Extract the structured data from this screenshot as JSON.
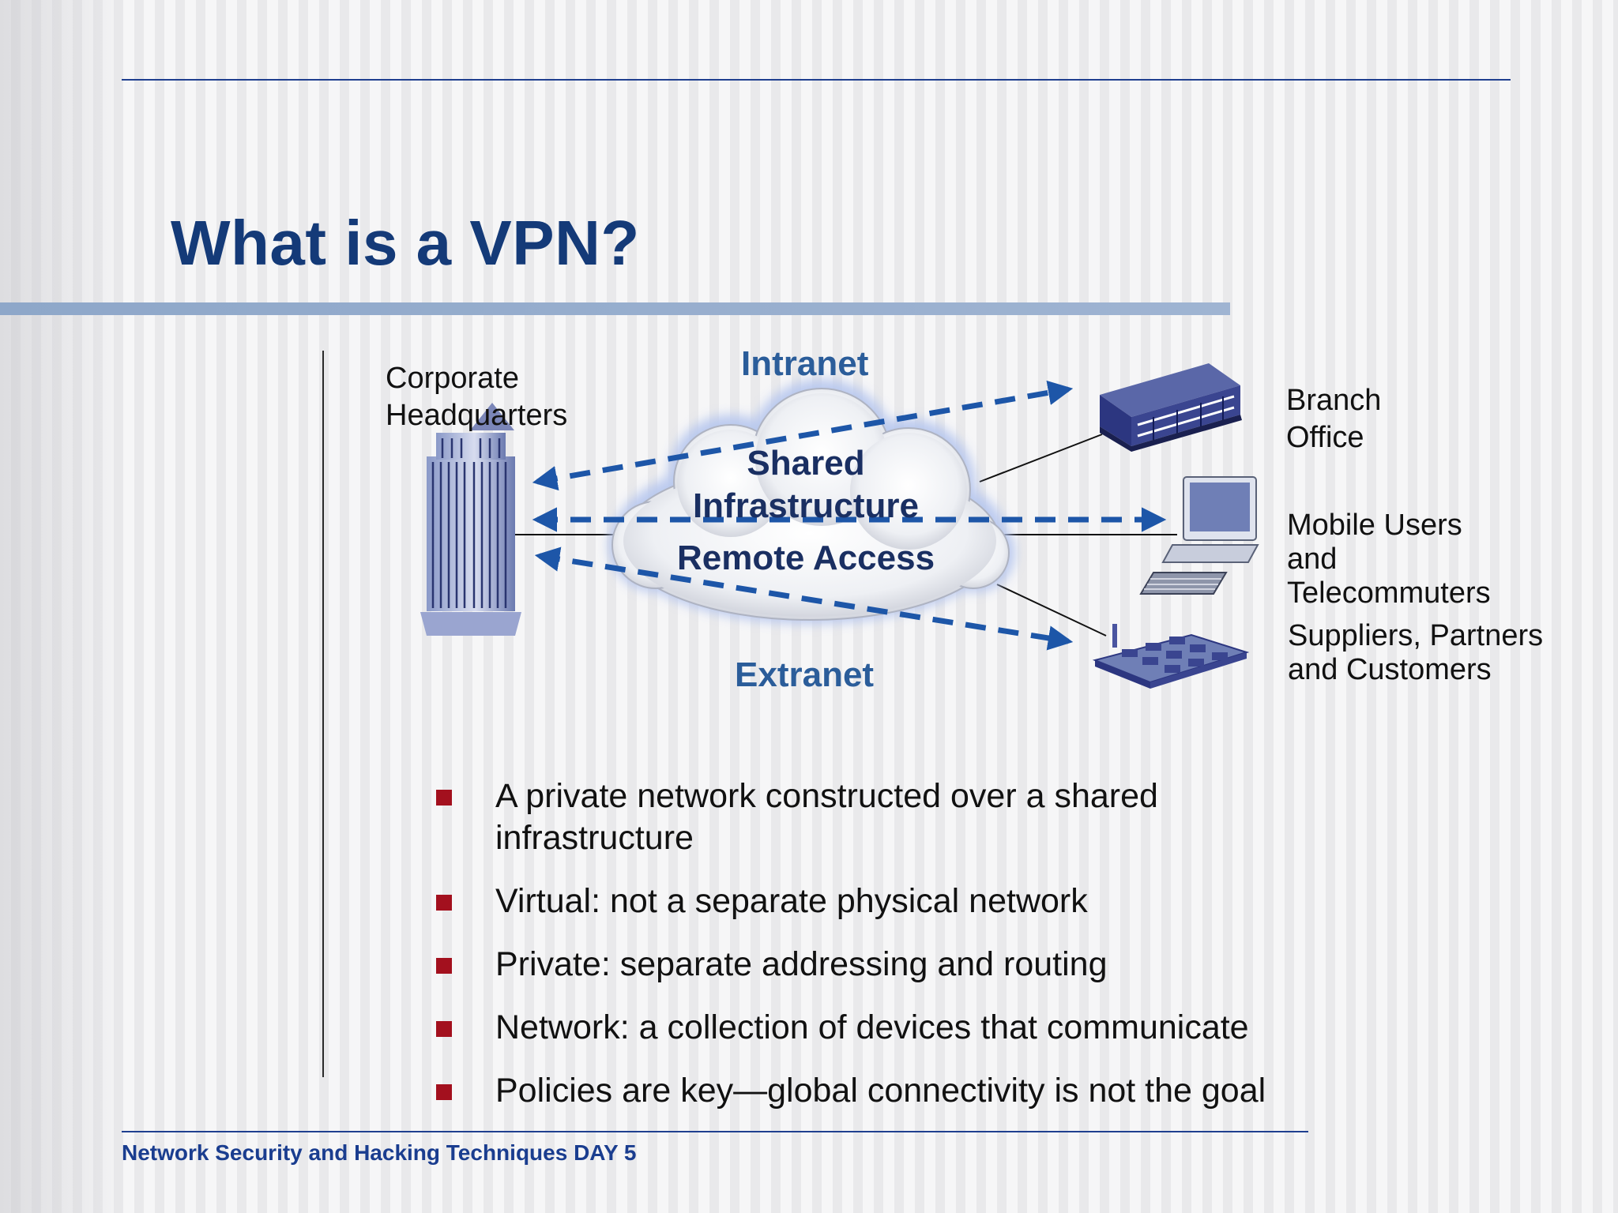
{
  "slide": {
    "title": "What is a VPN?",
    "footer": "Network Security and Hacking Techniques DAY 5"
  },
  "diagram": {
    "hq_label_line1": "Corporate",
    "hq_label_line2": "Headquarters",
    "intranet_label": "Intranet",
    "extranet_label": "Extranet",
    "cloud_line1": "Shared",
    "cloud_line2": "Infrastructure",
    "cloud_line3": "Remote Access",
    "branch_line1": "Branch",
    "branch_line2": "Office",
    "mobile_line1": "Mobile Users",
    "mobile_line2": "and",
    "mobile_line3": "Telecommuters",
    "suppliers_line1": "Suppliers, Partners",
    "suppliers_line2": "and Customers",
    "arrow_color": "#1d56a8",
    "building_icon": "office-tower-icon",
    "branch_icon": "branch-building-icon",
    "computer_icon": "desktop-computer-icon",
    "board_icon": "circuit-board-icon"
  },
  "bullets": [
    {
      "line1": "A private network constructed over a shared",
      "line2": "infrastructure"
    },
    {
      "line1": "Virtual: not a separate physical network"
    },
    {
      "line1": "Private: separate addressing and routing"
    },
    {
      "line1": "Network: a collection of devices that communicate"
    },
    {
      "line1": "Policies are key—global connectivity is not the goal"
    }
  ],
  "colors": {
    "title": "#143a78",
    "accent_bar": "#8ea7c9",
    "bullet_marker": "#a3101e"
  }
}
